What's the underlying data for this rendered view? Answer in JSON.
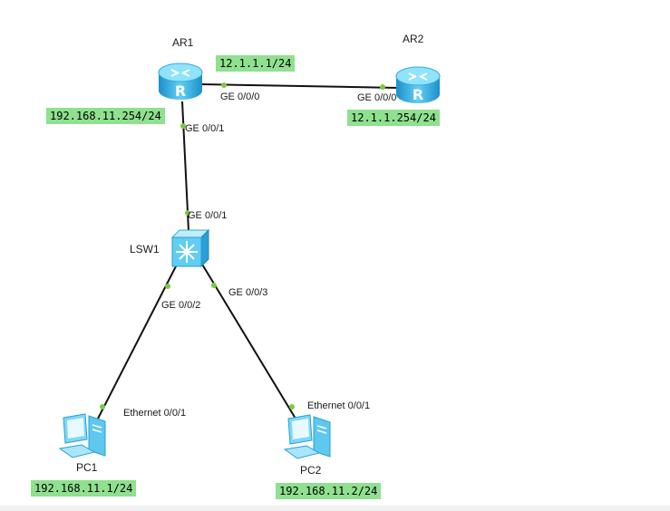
{
  "devices": {
    "ar1": {
      "name": "AR1",
      "icon": "router-icon"
    },
    "ar2": {
      "name": "AR2",
      "icon": "router-icon"
    },
    "lsw1": {
      "name": "LSW1",
      "icon": "switch-icon"
    },
    "pc1": {
      "name": "PC1",
      "icon": "pc-icon"
    },
    "pc2": {
      "name": "PC2",
      "icon": "pc-icon"
    }
  },
  "ports": {
    "ar1_ge000": "GE 0/0/0",
    "ar2_ge000": "GE 0/0/0",
    "ar1_ge001": "GE 0/0/1",
    "lsw1_ge001": "GE 0/0/1",
    "lsw1_ge002": "GE 0/0/2",
    "lsw1_ge003": "GE 0/0/3",
    "pc1_eth": "Ethernet 0/0/1",
    "pc2_eth": "Ethernet 0/0/1"
  },
  "ip_labels": {
    "ar1_wan": "12.1.1.1/24",
    "ar1_lan": "192.168.11.254/24",
    "ar2_wan": "12.1.1.254/24",
    "pc1": "192.168.11.1/24",
    "pc2": "192.168.11.2/24"
  },
  "colors": {
    "link": "#111111",
    "port_dot": "#7ac943",
    "ip_label_bg": "#8fe08f",
    "device_blue": "#3db6e8"
  }
}
